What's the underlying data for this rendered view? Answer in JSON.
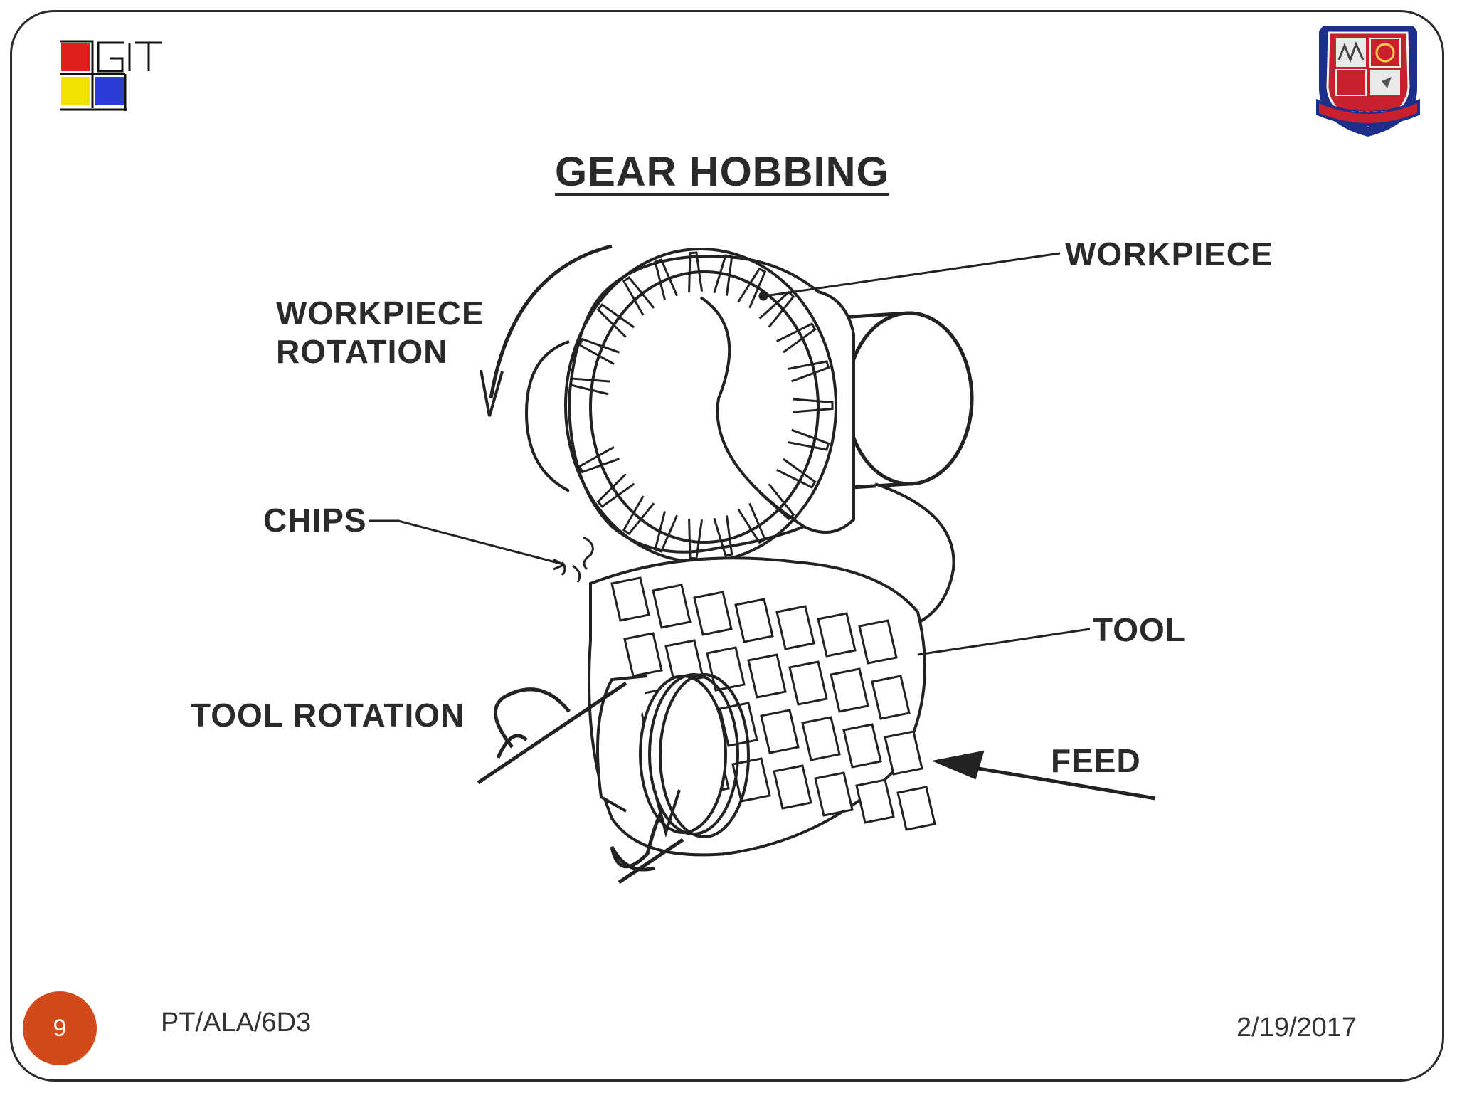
{
  "diagram": {
    "title": "GEAR HOBBING",
    "labels": {
      "workpiece": "WORKPIECE",
      "workpiece_rotation_line1": "WORKPIECE",
      "workpiece_rotation_line2": "ROTATION",
      "chips": "CHIPS",
      "tool": "TOOL",
      "tool_rotation": "TOOL ROTATION",
      "feed": "FEED"
    }
  },
  "logos": {
    "left_logo_text": "GIT",
    "left_logo_colors": [
      "#e0201b",
      "#f2e200",
      "#2a3bd6"
    ],
    "right_crest": "institution-crest"
  },
  "footer": {
    "page_number": "9",
    "course_code": "PT/ALA/6D3",
    "date": "2/19/2017",
    "badge_color": "#d2491c"
  }
}
